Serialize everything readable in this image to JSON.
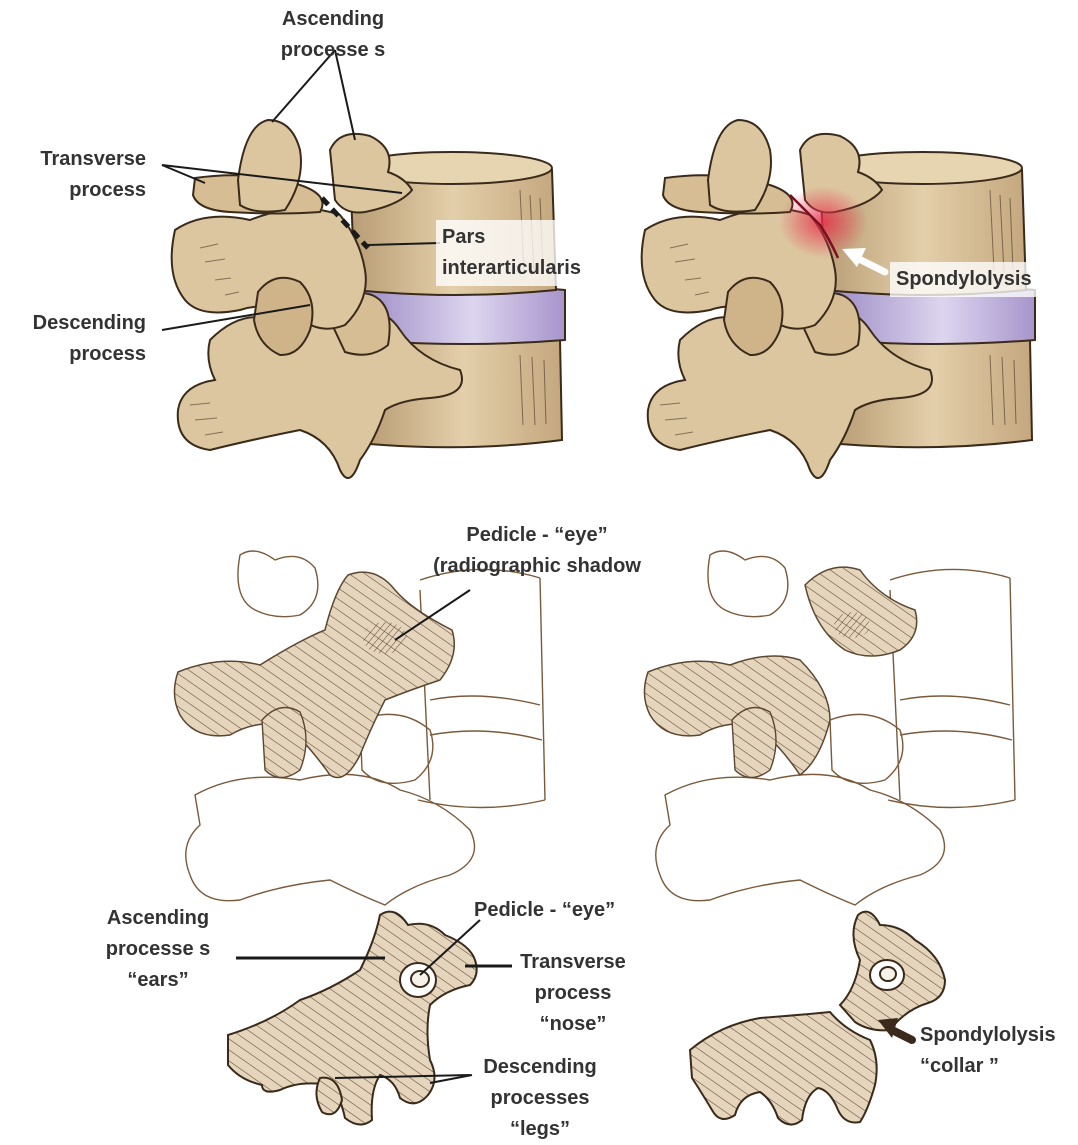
{
  "colors": {
    "bone": "#dcc6a0",
    "bone_shadow": "#b89c74",
    "body_side": "#c9ad84",
    "disc": "#b7a6d6",
    "disc_light": "#ddd5ef",
    "outline": "#3a2a1a",
    "trace": "#7a5a3a",
    "hatch_fill": "#e6d5bd",
    "hatch_line": "#5c4630",
    "highlight": "#e8304a",
    "arrow_dark": "#3b2a1c",
    "label_text": "#333333"
  },
  "icons": {
    "fracture_arrow": "white-arrow-icon",
    "collar_arrow": "dark-arrow-icon",
    "pedicle_eye": "eye-ring-icon"
  },
  "labels": {
    "ascending_processes": "Ascending\nprocesse s",
    "transverse_process": "Transverse\nprocess",
    "pars_interarticularis": "Pars\ninterarticularis",
    "descending_process": "Descending\nprocess",
    "spondylolysis_top": "Spondylolysis",
    "pedicle_eye_shadow": "Pedicle - “eye”\n(radiographic shadow",
    "dog_ascending": "Ascending\nprocesse s\n“ears”",
    "dog_pedicle": "Pedicle - “eye”",
    "dog_transverse": "Transverse\nprocess\n“nose”",
    "dog_descending": "Descending\nprocesses\n“legs”",
    "dog_spondylolysis": "Spondylolysis\n“collar ”"
  }
}
